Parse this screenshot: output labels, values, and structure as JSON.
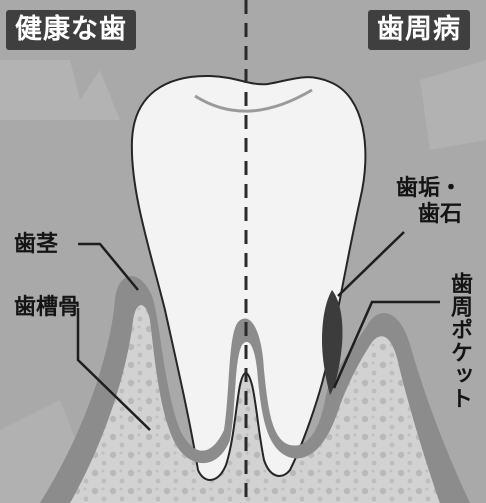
{
  "panels": {
    "healthy_title": "健康な歯",
    "periodontal_title": "歯周病"
  },
  "labels": {
    "gum": "歯茎",
    "alveolar_bone": "歯槽骨",
    "plaque_line1": "歯垢・",
    "plaque_line2": "歯石",
    "pocket": "歯周ポケット"
  },
  "colors": {
    "background": "#a9a9a9",
    "tooth": "#f3f3f3",
    "gum": "#8c8c8c",
    "bone": "#d2d2d2",
    "plaque": "#3c3c3c",
    "tag": "#3f3f3f"
  }
}
